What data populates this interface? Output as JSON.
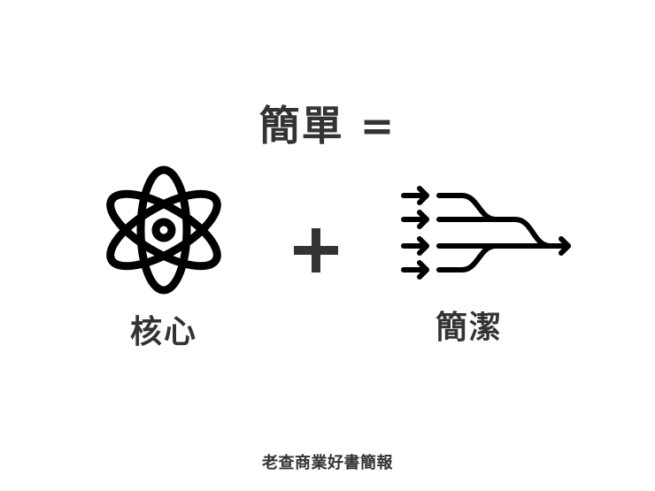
{
  "slide": {
    "title": "簡單 =",
    "operator": "+",
    "left_item": {
      "icon": "atom-icon",
      "label": "核心"
    },
    "right_item": {
      "icon": "merging-arrows-icon",
      "label": "簡潔"
    },
    "footer": "老查商業好書簡報"
  },
  "colors": {
    "background": "#ffffff",
    "text": "#333333",
    "icon": "#000000"
  }
}
